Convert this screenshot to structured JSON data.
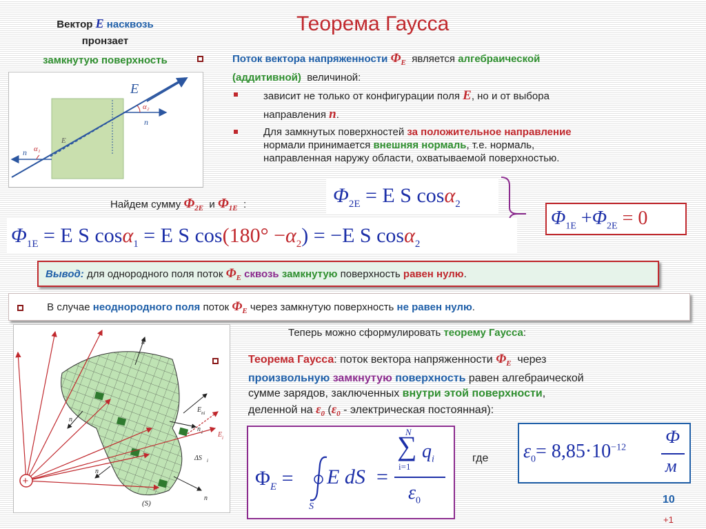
{
  "title": "Теорема Гаусса",
  "left_caption": {
    "line1_a": "Вектор",
    "line1_E": "E",
    "line1_b": "насквозь",
    "line2": "пронзает",
    "line3": "замкнутую поверхность"
  },
  "fig1_labels": {
    "E": "E",
    "alpha2": "α₂",
    "n_right": "n",
    "E_inside": "E",
    "alpha1": "α₁",
    "n_left": "n"
  },
  "intro": {
    "p1_a": "Поток вектора напряженности",
    "p1_phi": "Φ",
    "p1_sub": "E",
    "p1_b": "является",
    "p1_c": "алгебраической",
    "p1_d": "(аддитивной)",
    "p1_e": "величиной:",
    "b1_a": "зависит не только от конфигурации поля",
    "b1_E": "E",
    "b1_b": ", но и от выбора",
    "b1_c": "направления",
    "b1_n": "n",
    "b1_d": ".",
    "b2_a": "Для замкнутых поверхностей",
    "b2_b": "за положительное направление",
    "b2_c": "нормали принимается",
    "b2_d": "внешняя нормаль",
    "b2_e": ", т.е. нормаль,",
    "b2_f": "направленная наружу области, охватываемой поверхностью."
  },
  "sum_line": {
    "a": "Найдем сумму",
    "phi2": "Φ",
    "sub2": "2E",
    "and": "и",
    "phi1": "Φ",
    "sub1": "1E",
    "colon": ":"
  },
  "eq_phi2": {
    "lhs": "Φ",
    "lhs_sub": "2E",
    "rhs": "= E S cos",
    "alpha": "α",
    "alpha_sub": "2"
  },
  "eq_phi1": {
    "lhs": "Φ",
    "lhs_sub": "1E",
    "rhs1": "= E S cos",
    "a1": "α",
    "a1_sub": "1",
    "rhs2": "= E S cos",
    "paren": "(180° −",
    "a2": "α",
    "a2_sub": "2",
    "rhs3": ") = −E S cos",
    "a3": "α",
    "a3_sub": "2"
  },
  "eq_sum": {
    "p1": "Φ",
    "p1_sub": "1E",
    "plus": "+",
    "p2": "Φ",
    "p2_sub": "2E",
    "eq": "= 0"
  },
  "conclusion": {
    "label": "Вывод:",
    "a": "для однородного поля поток",
    "phi": "Φ",
    "sub": "E",
    "b": "сквозь",
    "c": "замкнутую",
    "d": "поверхность",
    "e": "равен нулю",
    "f": "."
  },
  "nonuniform": {
    "a": "В случае",
    "b": "неоднородного поля",
    "c": "поток",
    "phi": "Φ",
    "sub": "E",
    "d": "через замкнутую поверхность",
    "e": "не равен нулю",
    "f": "."
  },
  "now_line": {
    "a": "Теперь можно сформулировать",
    "b": "теорему Гаусса",
    "c": ":"
  },
  "theorem": {
    "title": "Теорема Гаусса",
    "a": ": поток вектора напряженности",
    "phi": "Φ",
    "sub": "E",
    "b": "через",
    "c1": "произвольную",
    "c2": "замкнутую",
    "c3": "поверхность",
    "d": "равен алгебраической",
    "e": "сумме зарядов, заключенных",
    "f": "внутри этой поверхности",
    "g": ",",
    "h": "деленной на",
    "eps": "ε",
    "eps_sub": "0",
    "i": "(",
    "j": "- электрическая постоянная):"
  },
  "gauss_formula": {
    "lhs": "Φ",
    "lhs_sub": "E",
    "eq": "=",
    "integrand": "E dS",
    "S": "S",
    "sum_top": "N",
    "sum_bottom": "i=1",
    "q": "q",
    "q_sub": "i",
    "den": "ε",
    "den_sub": "0"
  },
  "where": "где",
  "eps_formula": {
    "eps": "ε",
    "sub": "0",
    "value": "= 8,85·10",
    "exp": "−12",
    "num": "Ф",
    "den": "м"
  },
  "fig2_labels": {
    "S": "(S)",
    "plus": "+",
    "dS": "ΔS",
    "dS_sub": "i",
    "E_ni": "E",
    "E_ni_sub": "ni",
    "n_i": "n",
    "n_i_sub": "i",
    "E_i": "E",
    "E_i_sub": "i",
    "n": "n"
  },
  "page": {
    "number": "10",
    "plus": "+1"
  },
  "colors": {
    "blue": "#1f5fa8",
    "green": "#2f8f2f",
    "red": "#c0282d",
    "formula_border": "#8b2b8e",
    "red_border": "#c0282d"
  }
}
